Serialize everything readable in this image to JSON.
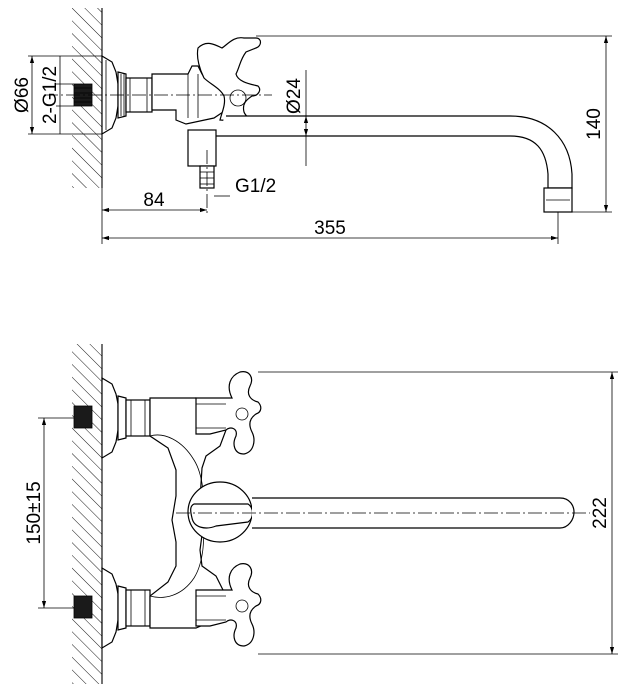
{
  "dimensions": {
    "flange_diameter": "Ø66",
    "inlet_thread": "2-G1/2",
    "spout_diameter": "Ø24",
    "height_140": "140",
    "outlet_thread": "G1/2",
    "offset_84": "84",
    "spout_length": "355",
    "center_distance": "150±15",
    "total_width": "222"
  }
}
